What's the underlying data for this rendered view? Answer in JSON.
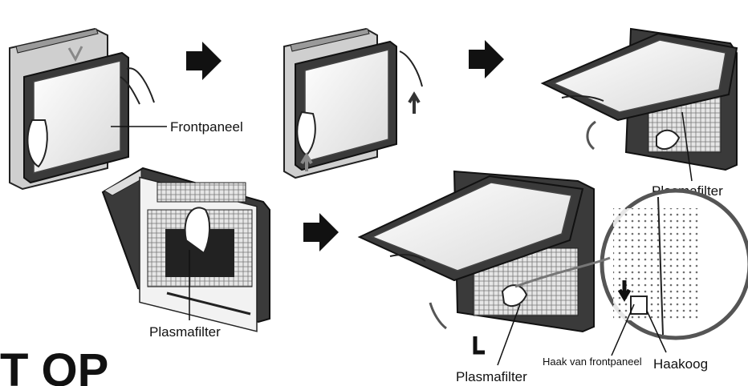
{
  "labels": {
    "frontpaneel": "Frontpaneel",
    "plasmafilter_top_right": "Plasmafilter",
    "plasmafilter_bottom_left": "Plasmafilter",
    "plasmafilter_bottom_right": "Plasmafilter",
    "haak_van_frontpaneel": "Haak van frontpaneel",
    "haakoog": "Haakoog"
  },
  "heading_fragment": "T OP"
}
